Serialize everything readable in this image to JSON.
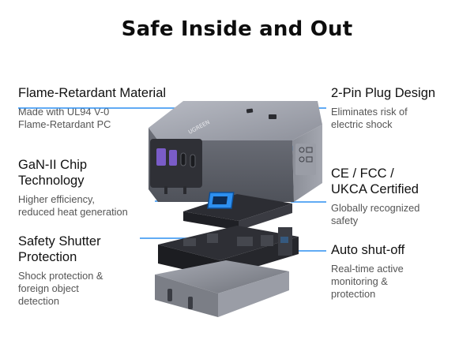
{
  "title": "Safe Inside and Out",
  "features": {
    "flame": {
      "heading": "Flame-Retardant Material",
      "desc_lines": [
        "Made with UL94 V-0",
        "Flame-Retardant PC"
      ]
    },
    "gan": {
      "heading_lines": [
        "GaN-II Chip",
        "Technology"
      ],
      "desc_lines": [
        "Higher efficiency,",
        "reduced heat generation"
      ]
    },
    "shutter": {
      "heading_lines": [
        "Safety Shutter",
        "Protection"
      ],
      "desc_lines": [
        "Shock protection &",
        "foreign object",
        "detection"
      ]
    },
    "plug": {
      "heading": "2-Pin Plug Design",
      "desc_lines": [
        "Eliminates risk of",
        "electric shock"
      ]
    },
    "cert": {
      "heading_lines": [
        "CE / FCC /",
        "UKCA Certified"
      ],
      "desc_lines": [
        "Globally recognized",
        "safety"
      ]
    },
    "auto": {
      "heading": "Auto shut-off",
      "desc_lines": [
        "Real-time active",
        "monitoring &",
        "protection"
      ]
    }
  },
  "product": {
    "brand": "UGREEN",
    "colors": {
      "accent": "#2d8ff0",
      "body": "#8c8f99",
      "body_dark": "#5d6068",
      "usb_c": "#1b1c20",
      "usb_a": "#7a5cc8"
    }
  }
}
